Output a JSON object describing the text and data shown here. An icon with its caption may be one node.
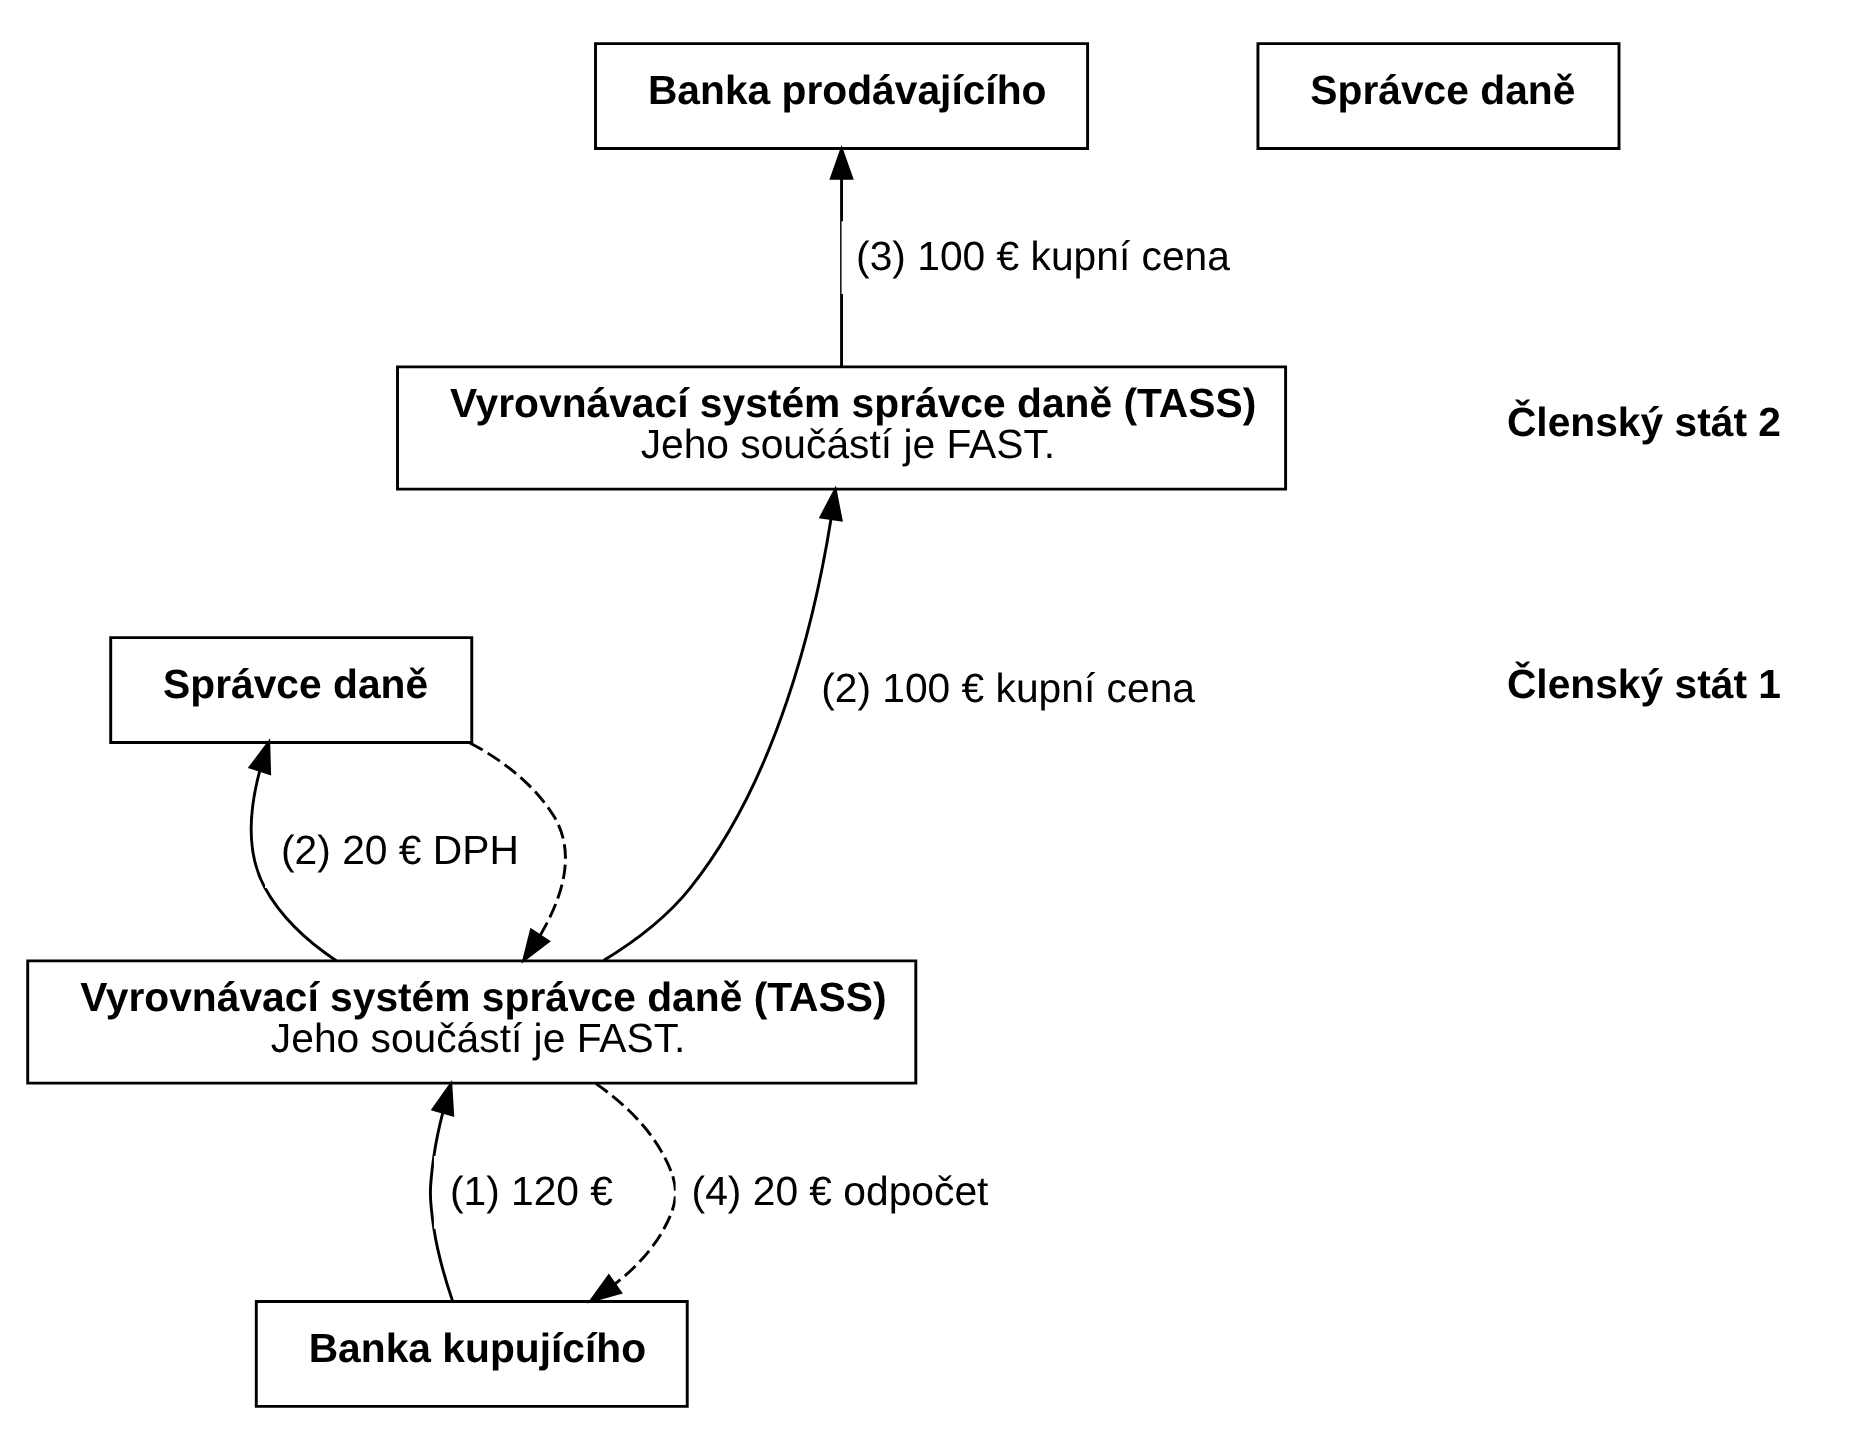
{
  "diagram": {
    "nodes": [
      {
        "text": [
          "Banka prodávajícího"
        ]
      },
      {
        "text": [
          "Správce daně"
        ]
      },
      {
        "text": [
          "Vyrovnávací systém správce daně (TASS)",
          "Jeho součástí je FAST."
        ]
      },
      {
        "text": [
          "Správce daně"
        ]
      },
      {
        "text": [
          "Vyrovnávací systém správce daně (TASS)",
          "Jeho součástí je FAST."
        ]
      },
      {
        "text": [
          "Banka kupujícího"
        ]
      }
    ],
    "edges": [
      {
        "from": 2,
        "to": 0,
        "arrow": "to",
        "label": "(3) 100 € kupní cena"
      },
      {
        "from": 4,
        "to": 2,
        "arrow": "to",
        "label": "(2) 100 € kupní cena"
      },
      {
        "from": 4,
        "to": 3,
        "arrow": "to",
        "label": "(2) 20 € DPH"
      },
      {
        "from": 3,
        "to": 4,
        "arrow": "to",
        "style": "dashed"
      },
      {
        "from": 4,
        "to": 5,
        "arrow": "to",
        "style": "dashed",
        "label": "(4) 20 € odpočet"
      },
      {
        "from": 5,
        "to": 4,
        "arrow": "to",
        "label": "(1) 120 €"
      }
    ],
    "labels": [
      "Členský stát 2",
      "Členský stát 1"
    ]
  }
}
